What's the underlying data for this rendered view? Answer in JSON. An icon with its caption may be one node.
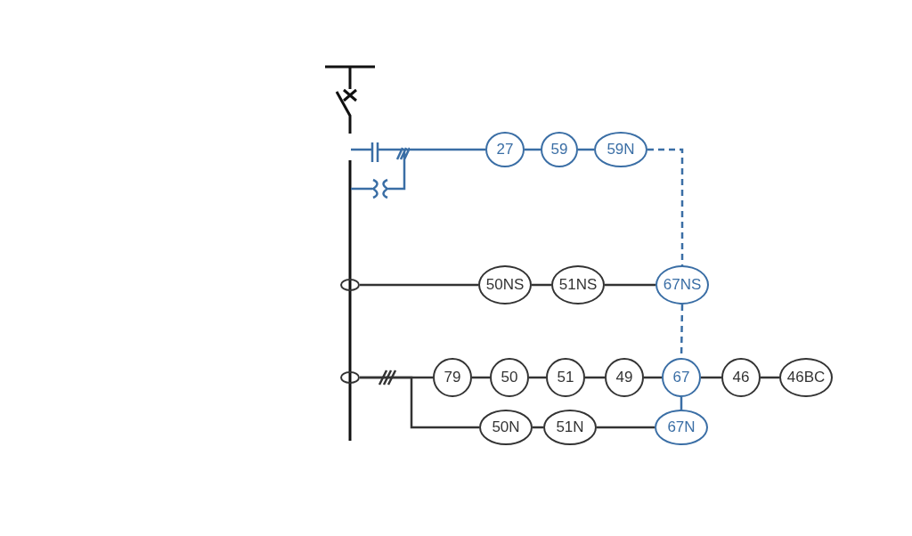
{
  "diagram": {
    "nodes": [
      {
        "text": [],
        "shape": "picture"
      },
      {
        "text": [
          "27"
        ]
      },
      {
        "text": [
          "59"
        ]
      },
      {
        "text": [
          "59N"
        ]
      },
      {
        "text": [],
        "shape": "circle"
      },
      {
        "text": [
          "50NS"
        ]
      },
      {
        "text": [
          "51NS"
        ]
      },
      {
        "text": [
          "67NS"
        ]
      },
      {
        "text": [],
        "shape": "circle"
      },
      {
        "text": [
          "79"
        ]
      },
      {
        "text": [
          "50"
        ]
      },
      {
        "text": [
          "51"
        ]
      },
      {
        "text": [
          "49"
        ]
      },
      {
        "text": [
          "67"
        ]
      },
      {
        "text": [
          "46"
        ]
      },
      {
        "text": [
          "46BC"
        ]
      },
      {
        "text": [
          "50N"
        ]
      },
      {
        "text": [
          "51N"
        ]
      },
      {
        "text": [
          "67N"
        ]
      }
    ],
    "edges": [
      {
        "from": 0,
        "to": 1,
        "arrow": "none",
        "color": "#3a6ea5"
      },
      {
        "from": 1,
        "to": 2,
        "arrow": "none",
        "color": "#3a6ea5"
      },
      {
        "from": 2,
        "to": 3,
        "arrow": "none",
        "color": "#3a6ea5"
      },
      {
        "from": 3,
        "to": 7,
        "arrow": "none",
        "style": "dashed",
        "color": "#3a6ea5"
      },
      {
        "from": 4,
        "to": 5,
        "arrow": "none"
      },
      {
        "from": 5,
        "to": 6,
        "arrow": "none"
      },
      {
        "from": 6,
        "to": 7,
        "arrow": "none"
      },
      {
        "from": 7,
        "to": 13,
        "arrow": "none",
        "style": "dashed",
        "color": "#3a6ea5"
      },
      {
        "from": 8,
        "to": 9,
        "arrow": "none"
      },
      {
        "from": 9,
        "to": 10,
        "arrow": "none"
      },
      {
        "from": 10,
        "to": 11,
        "arrow": "none"
      },
      {
        "from": 11,
        "to": 12,
        "arrow": "none"
      },
      {
        "from": 12,
        "to": 13,
        "arrow": "none"
      },
      {
        "from": 13,
        "to": 14,
        "arrow": "none"
      },
      {
        "from": 14,
        "to": 15,
        "arrow": "none"
      },
      {
        "from": 8,
        "to": 16,
        "arrow": "none"
      },
      {
        "from": 16,
        "to": 17,
        "arrow": "none"
      },
      {
        "from": 17,
        "to": 18,
        "arrow": "none"
      },
      {
        "from": 13,
        "to": 18,
        "arrow": "none",
        "color": "#3a6ea5"
      }
    ]
  }
}
